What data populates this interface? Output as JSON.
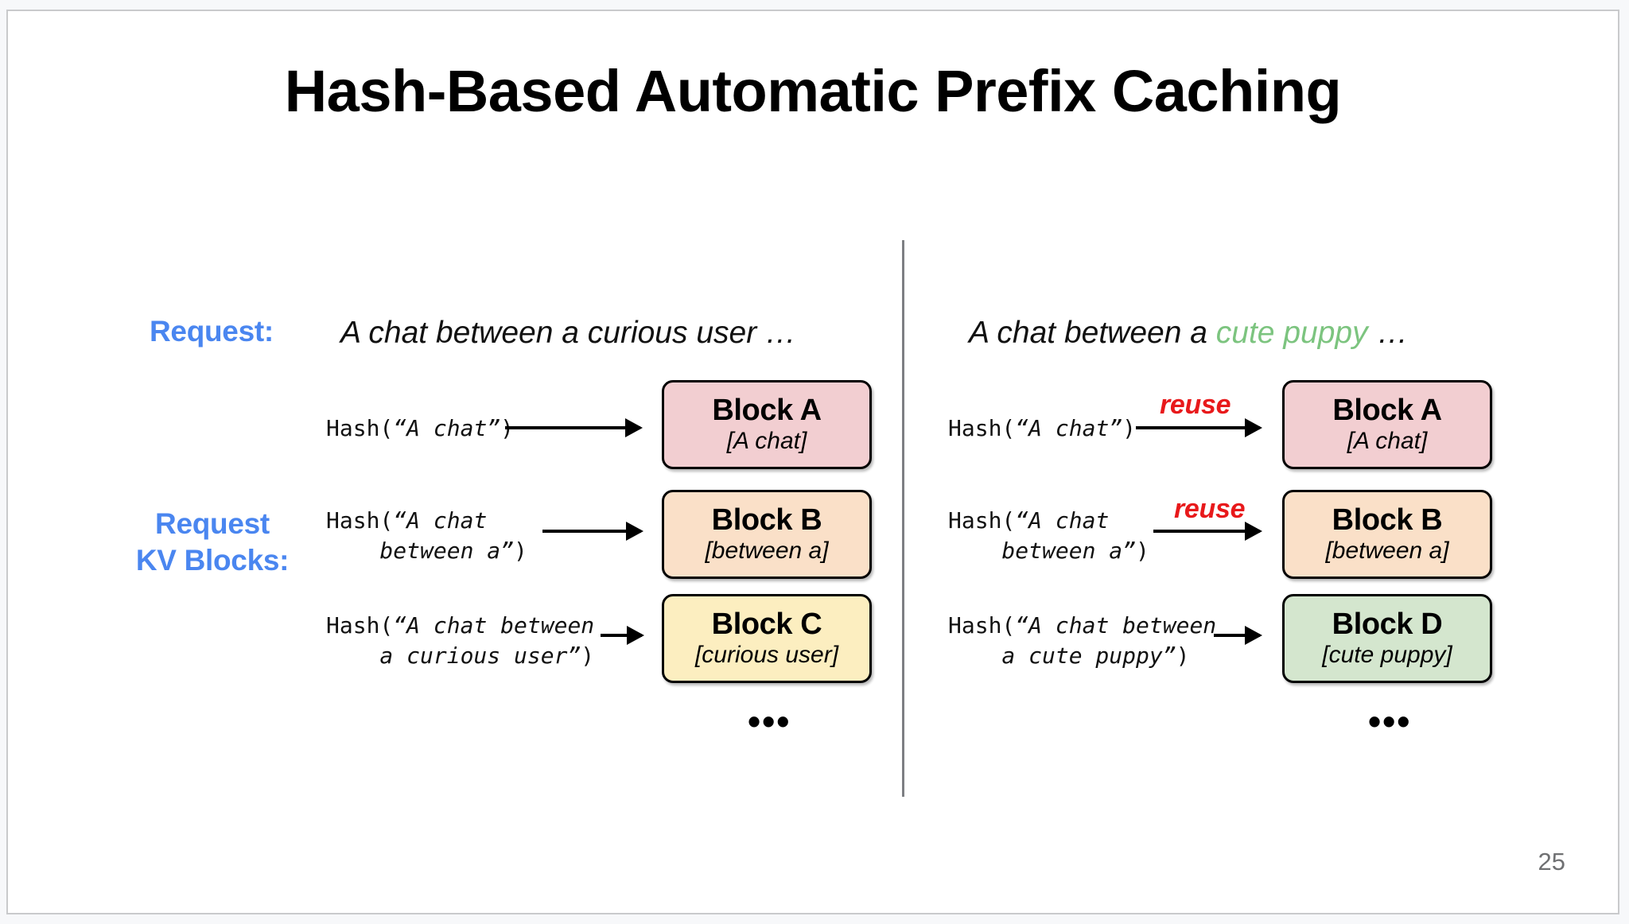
{
  "slide": {
    "title": "Hash-Based Automatic Prefix Caching",
    "page_number": "25",
    "accent_blue": "#4a86f0",
    "accent_red": "#e8191b",
    "accent_green": "#7cc47f",
    "divider_color": "#7d7f83"
  },
  "labels": {
    "request": "Request:",
    "kv_blocks_line1": "Request",
    "kv_blocks_line2": "KV Blocks:"
  },
  "left_panel": {
    "prompt_prefix": "A chat between a curious user ",
    "prompt_highlight": "",
    "prompt_suffix": "…",
    "rows": [
      {
        "hash_fn": "Hash(",
        "hash_arg_line1": "“A chat”",
        "hash_arg_line2": "",
        "hash_close": ")",
        "reuse": "",
        "block_name": "Block A",
        "block_content": "[A chat]",
        "block_color": "#f2ced1"
      },
      {
        "hash_fn": "Hash(",
        "hash_arg_line1": "“A chat",
        "hash_arg_line2": "    between a”",
        "hash_close": ")",
        "reuse": "",
        "block_name": "Block B",
        "block_content": "[between a]",
        "block_color": "#fae0c8"
      },
      {
        "hash_fn": "Hash(",
        "hash_arg_line1": "“A chat between",
        "hash_arg_line2": "    a curious user”",
        "hash_close": ")",
        "reuse": "",
        "block_name": "Block C",
        "block_content": "[curious user]",
        "block_color": "#fceec0"
      }
    ],
    "ellipsis": "•••"
  },
  "right_panel": {
    "prompt_prefix": "A chat between a ",
    "prompt_highlight": "cute puppy",
    "prompt_suffix": " …",
    "rows": [
      {
        "hash_fn": "Hash(",
        "hash_arg_line1": "“A chat”",
        "hash_arg_line2": "",
        "hash_close": ")",
        "reuse": "reuse",
        "block_name": "Block A",
        "block_content": "[A chat]",
        "block_color": "#f2ced1"
      },
      {
        "hash_fn": "Hash(",
        "hash_arg_line1": "“A chat",
        "hash_arg_line2": "    between a”",
        "hash_close": ")",
        "reuse": "reuse",
        "block_name": "Block B",
        "block_content": "[between a]",
        "block_color": "#fae0c8"
      },
      {
        "hash_fn": "Hash(",
        "hash_arg_line1": "“A chat between",
        "hash_arg_line2": "    a cute puppy”",
        "hash_close": ")",
        "reuse": "",
        "block_name": "Block D",
        "block_content": "[cute puppy]",
        "block_color": "#d4e6ce"
      }
    ],
    "ellipsis": "•••"
  }
}
